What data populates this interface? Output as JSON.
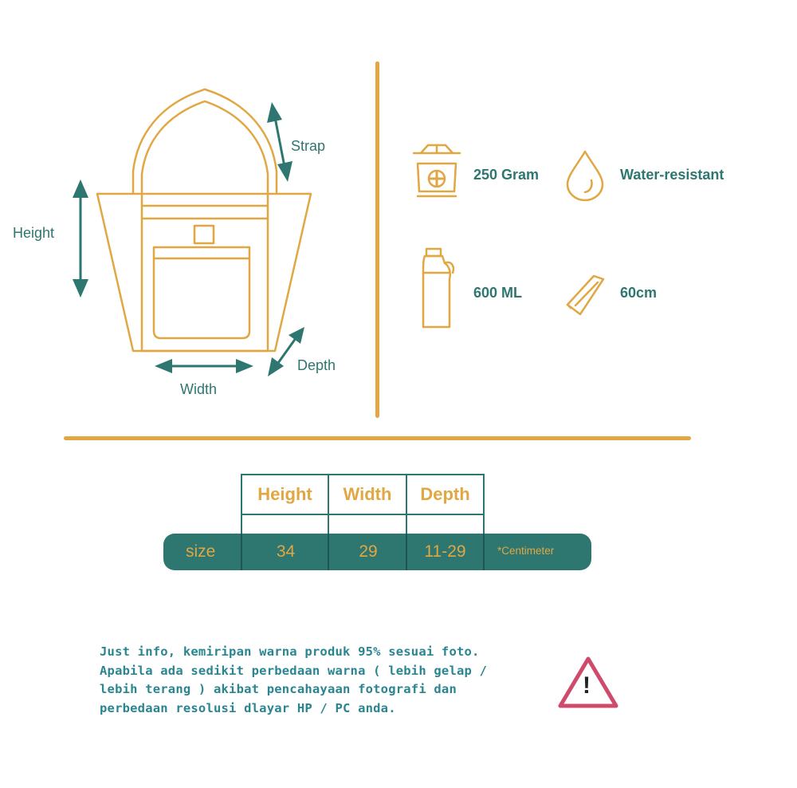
{
  "colors": {
    "gold": "#e0a743",
    "teal": "#2e7670",
    "note_teal": "#2a8590",
    "warning_red": "#cf4a6b"
  },
  "diagram": {
    "labels": {
      "strap": "Strap",
      "height": "Height",
      "depth": "Depth",
      "width": "Width"
    }
  },
  "specs": [
    {
      "icon": "scale-icon",
      "text": "250 Gram"
    },
    {
      "icon": "water-drop-icon",
      "text": "Water-resistant"
    },
    {
      "icon": "bottle-icon",
      "text": "600 ML"
    },
    {
      "icon": "strap-length-icon",
      "text": "60cm"
    }
  ],
  "size_table": {
    "headers": [
      "Height",
      "Width",
      "Depth"
    ],
    "row_label": "size",
    "values": [
      "34",
      "29",
      "11-29"
    ],
    "unit_note": "*Centimeter"
  },
  "note": {
    "lines": [
      "Just info, kemiripan warna produk 95% sesuai foto.",
      "Apabila ada sedikit perbedaan warna ( lebih gelap /",
      "lebih terang ) akibat pencahayaan fotografi dan",
      "perbedaan resolusi dlayar HP / PC anda."
    ],
    "icon": "warning-icon"
  }
}
